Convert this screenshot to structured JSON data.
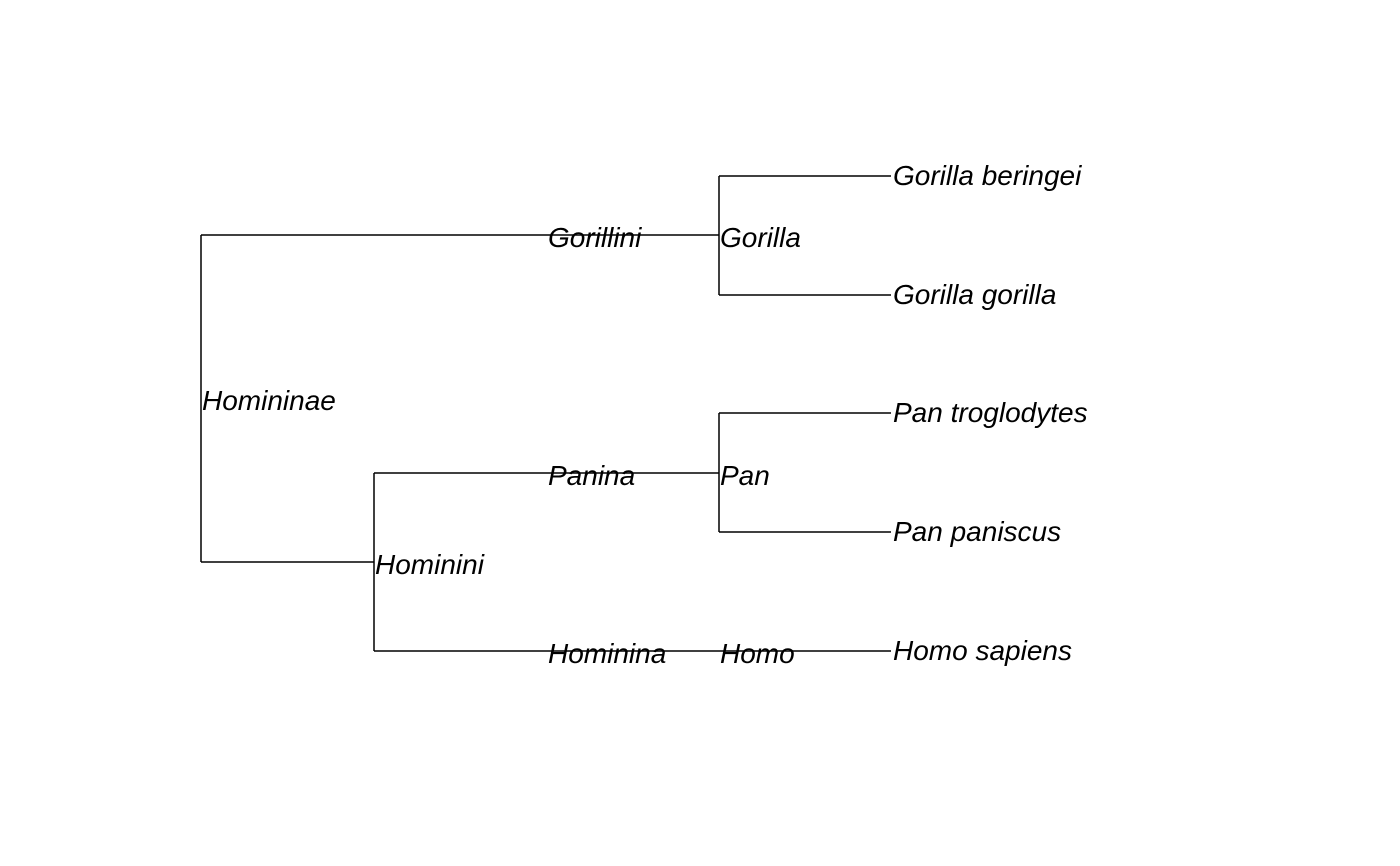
{
  "tree": {
    "root": {
      "label": "Homininae",
      "children": [
        {
          "label": "Gorillini",
          "children": [
            {
              "label": "Gorilla",
              "children": [
                {
                  "label": "Gorilla beringei"
                },
                {
                  "label": "Gorilla gorilla"
                }
              ]
            }
          ]
        },
        {
          "label": "Hominini",
          "children": [
            {
              "label": "Panina",
              "children": [
                {
                  "label": "Pan",
                  "children": [
                    {
                      "label": "Pan troglodytes"
                    },
                    {
                      "label": "Pan paniscus"
                    }
                  ]
                }
              ]
            },
            {
              "label": "Hominina",
              "children": [
                {
                  "label": "Homo",
                  "children": [
                    {
                      "label": "Homo sapiens"
                    }
                  ]
                }
              ]
            }
          ]
        }
      ]
    }
  }
}
